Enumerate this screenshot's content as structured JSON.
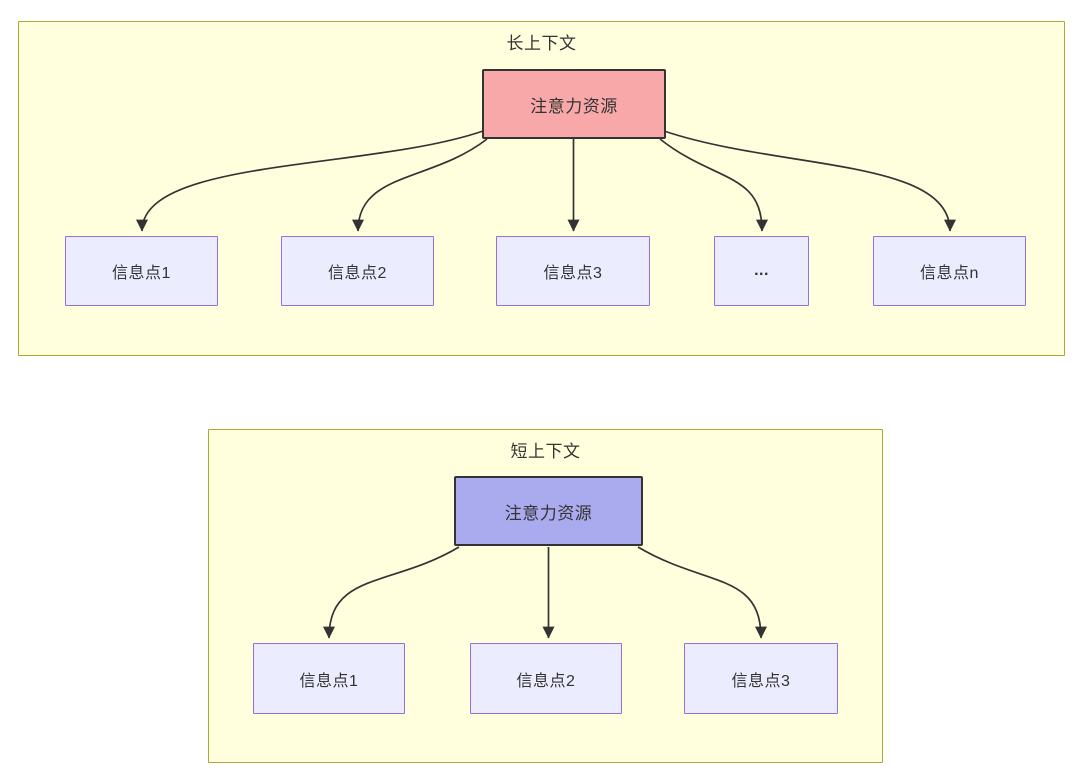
{
  "diagram": {
    "colors": {
      "container_fill": "#FFFFDE",
      "container_border": "#AAAA33",
      "node_fill": "#ECECFF",
      "node_border": "#9370DB",
      "attention_long_fill": "#F8A8A8",
      "attention_short_fill": "#AAAAEE",
      "attention_border": "#333333",
      "edge_color": "#333333",
      "text_color": "#333333"
    },
    "long_context": {
      "title": "长上下文",
      "attention_label": "注意力资源",
      "nodes": [
        {
          "label": "信息点1"
        },
        {
          "label": "信息点2"
        },
        {
          "label": "信息点3"
        },
        {
          "label": "..."
        },
        {
          "label": "信息点n"
        }
      ]
    },
    "short_context": {
      "title": "短上下文",
      "attention_label": "注意力资源",
      "nodes": [
        {
          "label": "信息点1"
        },
        {
          "label": "信息点2"
        },
        {
          "label": "信息点3"
        }
      ]
    }
  }
}
